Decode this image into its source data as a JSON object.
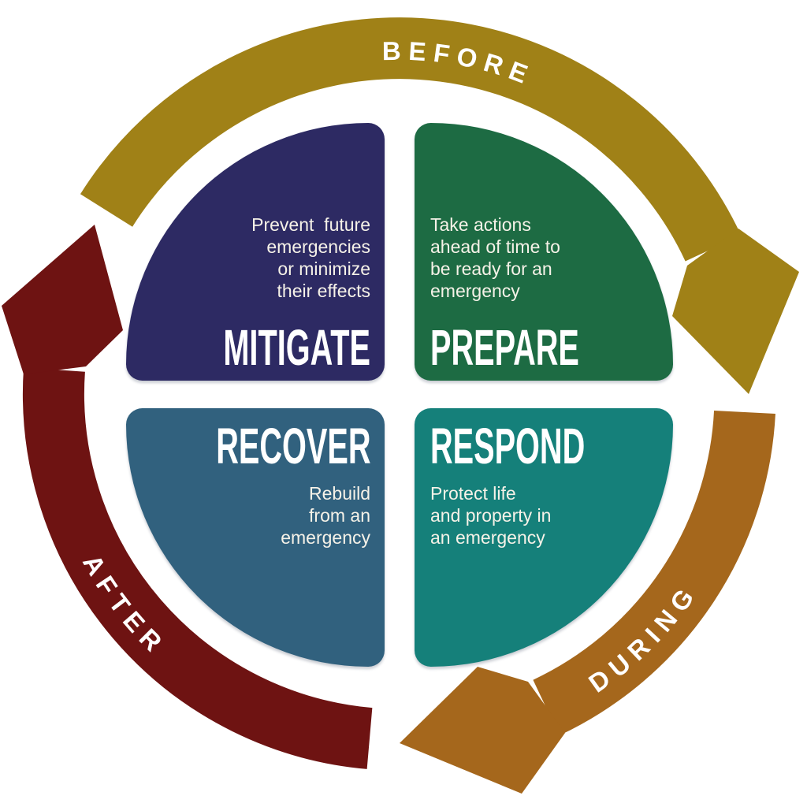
{
  "quadrants": [
    {
      "id": "mitigate",
      "label": "MITIGATE",
      "description": "Prevent  future\nemergencies\nor minimize\ntheir effects",
      "color": "#2d2a63"
    },
    {
      "id": "prepare",
      "label": "PREPARE",
      "description": "Take actions\nahead of time to\nbe ready for an\nemergency",
      "color": "#1d6b43"
    },
    {
      "id": "recover",
      "label": "RECOVER",
      "description": "Rebuild\nfrom an\nemergency",
      "color": "#31617e"
    },
    {
      "id": "respond",
      "label": "RESPOND",
      "description": "Protect life\nand property in\nan emergency",
      "color": "#15807a"
    }
  ],
  "arrows": [
    {
      "id": "before",
      "label": "BEFORE",
      "color": "#a08117",
      "position": "top"
    },
    {
      "id": "during",
      "label": "DURING",
      "color": "#a5671c",
      "position": "bottom-right"
    },
    {
      "id": "after",
      "label": "AFTER",
      "color": "#6e1312",
      "position": "bottom-left"
    }
  ]
}
